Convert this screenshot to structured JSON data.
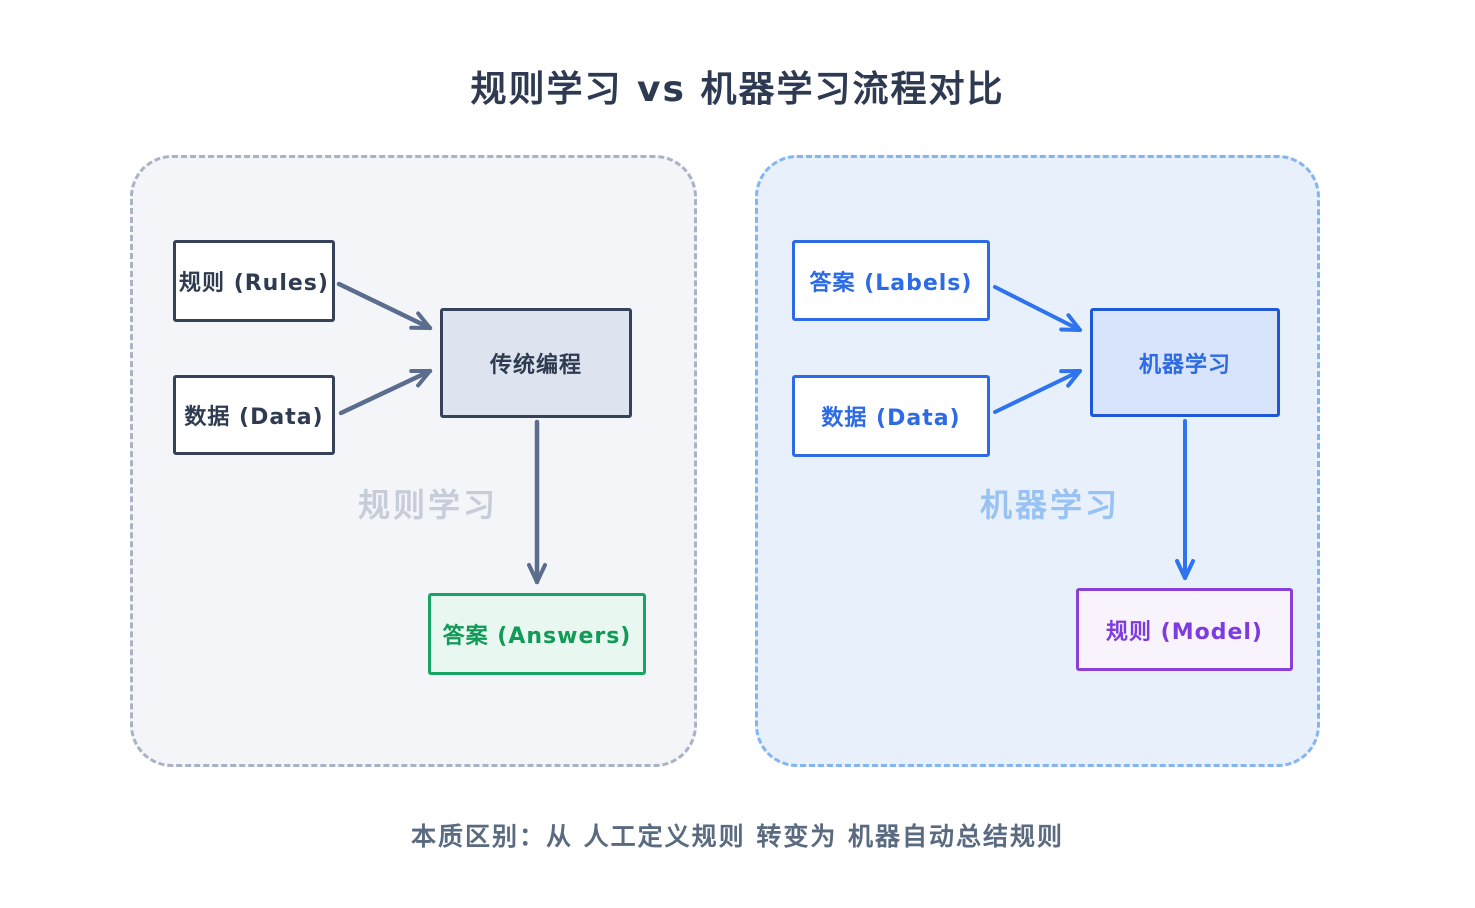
{
  "title": "规则学习 vs 机器学习流程对比",
  "footer": "本质区别：从 人工定义规则 转变为 机器自动总结规则",
  "left_panel": {
    "watermark": "规则学习",
    "rules_label": "规则 (Rules)",
    "data_label": "数据 (Data)",
    "process_label": "传统编程",
    "output_label": "答案 (Answers)"
  },
  "right_panel": {
    "watermark": "机器学习",
    "labels_label": "答案 (Labels)",
    "data_label": "数据 (Data)",
    "process_label": "机器学习",
    "output_label": "规则 (Model)"
  },
  "colors": {
    "title_text": "#2e3a52",
    "footer_text": "#5a6a80",
    "left_panel_bg": "#f3f5f9",
    "left_panel_border": "#a9b3c4",
    "right_panel_bg": "#e8f0fc",
    "right_panel_border": "#84b5f1",
    "dark_box_border": "#364259",
    "dark_box_text": "#2f3b50",
    "trad_box_bg": "#dde4ef",
    "slate_arrow": "#5b6d8c",
    "green_border": "#16a564",
    "green_bg": "#e8f7ef",
    "green_text": "#119a58",
    "blue_border": "#2c6ae6",
    "blue_text": "#2c6ae6",
    "ml_box_bg": "#d7e4fb",
    "ml_box_border": "#2057d6",
    "blue_arrow": "#2f74ef",
    "purple_border": "#8a3fd9",
    "purple_bg": "#f8f3fd",
    "purple_text": "#7d3be0",
    "left_watermark": "#c6cdd9",
    "right_watermark": "#97c2f3"
  }
}
